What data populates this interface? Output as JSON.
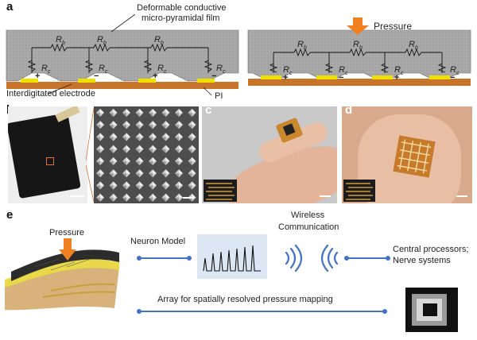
{
  "panels": {
    "a": {
      "label": "a",
      "film_label_line1": "Deformable conductive",
      "film_label_line2": "micro-pyramidal film",
      "pressure_label": "Pressure",
      "electrode_label": "Interdigitated electrode",
      "pi_label": "PI",
      "rb": "R",
      "rb_sub": "b",
      "rc": "R",
      "rc_sub": "c",
      "plus": "+",
      "minus": "−"
    },
    "b": {
      "label": "b"
    },
    "c": {
      "label": "c"
    },
    "d": {
      "label": "d"
    },
    "e": {
      "label": "e",
      "pressure_label": "Pressure",
      "neuron_label": "Neuron Model",
      "wireless_line1": "Wireless",
      "wireless_line2": "Communication",
      "processor_line1": "Central processors;",
      "processor_line2": "Nerve systems",
      "array_label": "Array for spatially resolved pressure mapping"
    }
  },
  "colors": {
    "film": "#a8a8a8",
    "substrate": "#c8742a",
    "electrode": "#f0e000",
    "pressure_arrow": "#f08020",
    "connector": "#4472c4",
    "neuron_bg": "#dde7f3"
  }
}
